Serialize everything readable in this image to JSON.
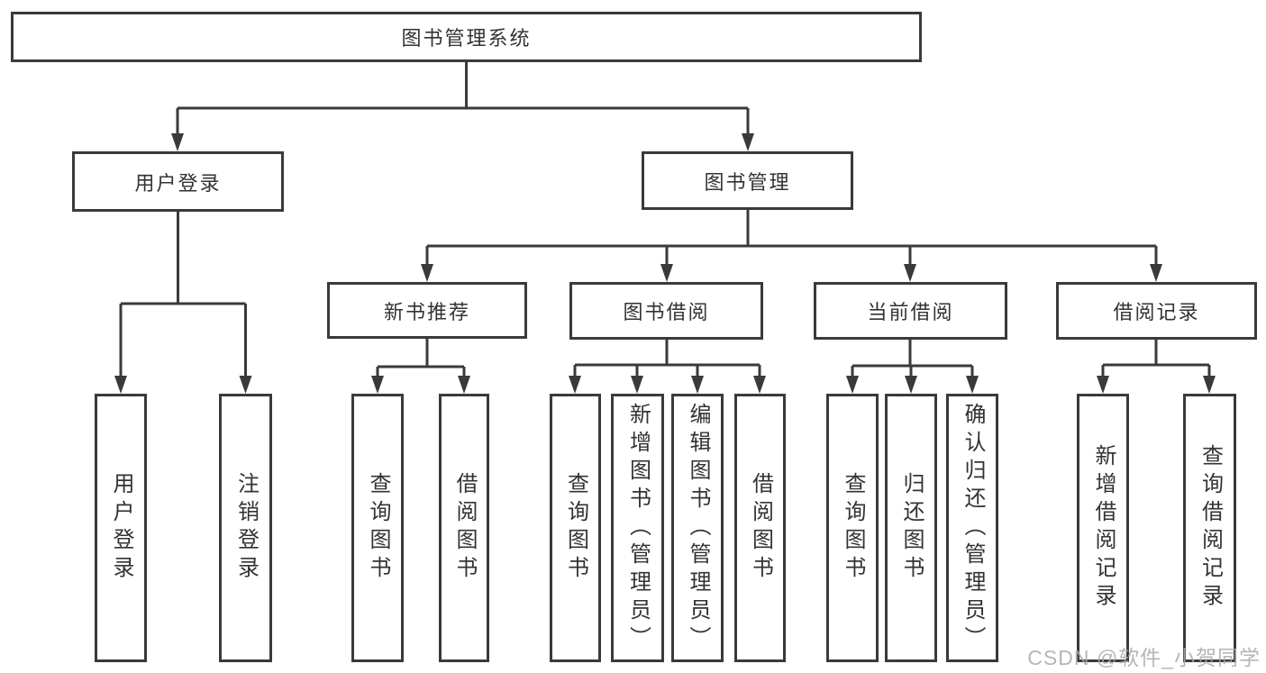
{
  "colors": {
    "line": "#3a3a3a",
    "box_border": "#3a3a3a",
    "text": "#333333",
    "background": "#ffffff",
    "watermark": "#a5aaaf"
  },
  "diagram": {
    "root": {
      "label": "图书管理系统"
    },
    "level2": [
      {
        "label": "用户登录"
      },
      {
        "label": "图书管理"
      }
    ],
    "level3": [
      {
        "label": "新书推荐"
      },
      {
        "label": "图书借阅"
      },
      {
        "label": "当前借阅"
      },
      {
        "label": "借阅记录"
      }
    ],
    "leaves": {
      "user_login": [
        "用户登录",
        "注销登录"
      ],
      "new_book_recommend": [
        "查询图书",
        "借阅图书"
      ],
      "book_borrow": [
        "查询图书",
        "新增图书（管理员）",
        "编辑图书（管理员）",
        "借阅图书"
      ],
      "current_borrow": [
        "查询图书",
        "归还图书",
        "确认归还（管理员）"
      ],
      "borrow_records": [
        "新增借阅记录",
        "查询借阅记录"
      ]
    }
  },
  "watermark": {
    "text": "CSDN @软件_小贺同学"
  }
}
